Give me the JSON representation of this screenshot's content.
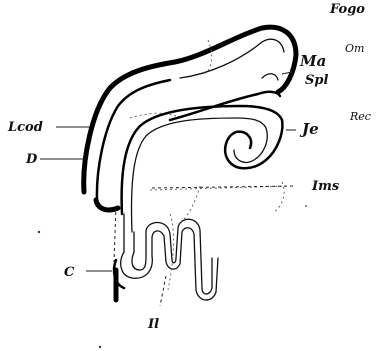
{
  "figure": {
    "labels": {
      "fogo": "Fogo",
      "om": "Om",
      "ma": "Ma",
      "spl": "Spl",
      "rec": "Rec",
      "lcod": "Lcod",
      "je": "Je",
      "d": "D",
      "ims": "Ims",
      "c": "C",
      "il": "Il"
    }
  }
}
